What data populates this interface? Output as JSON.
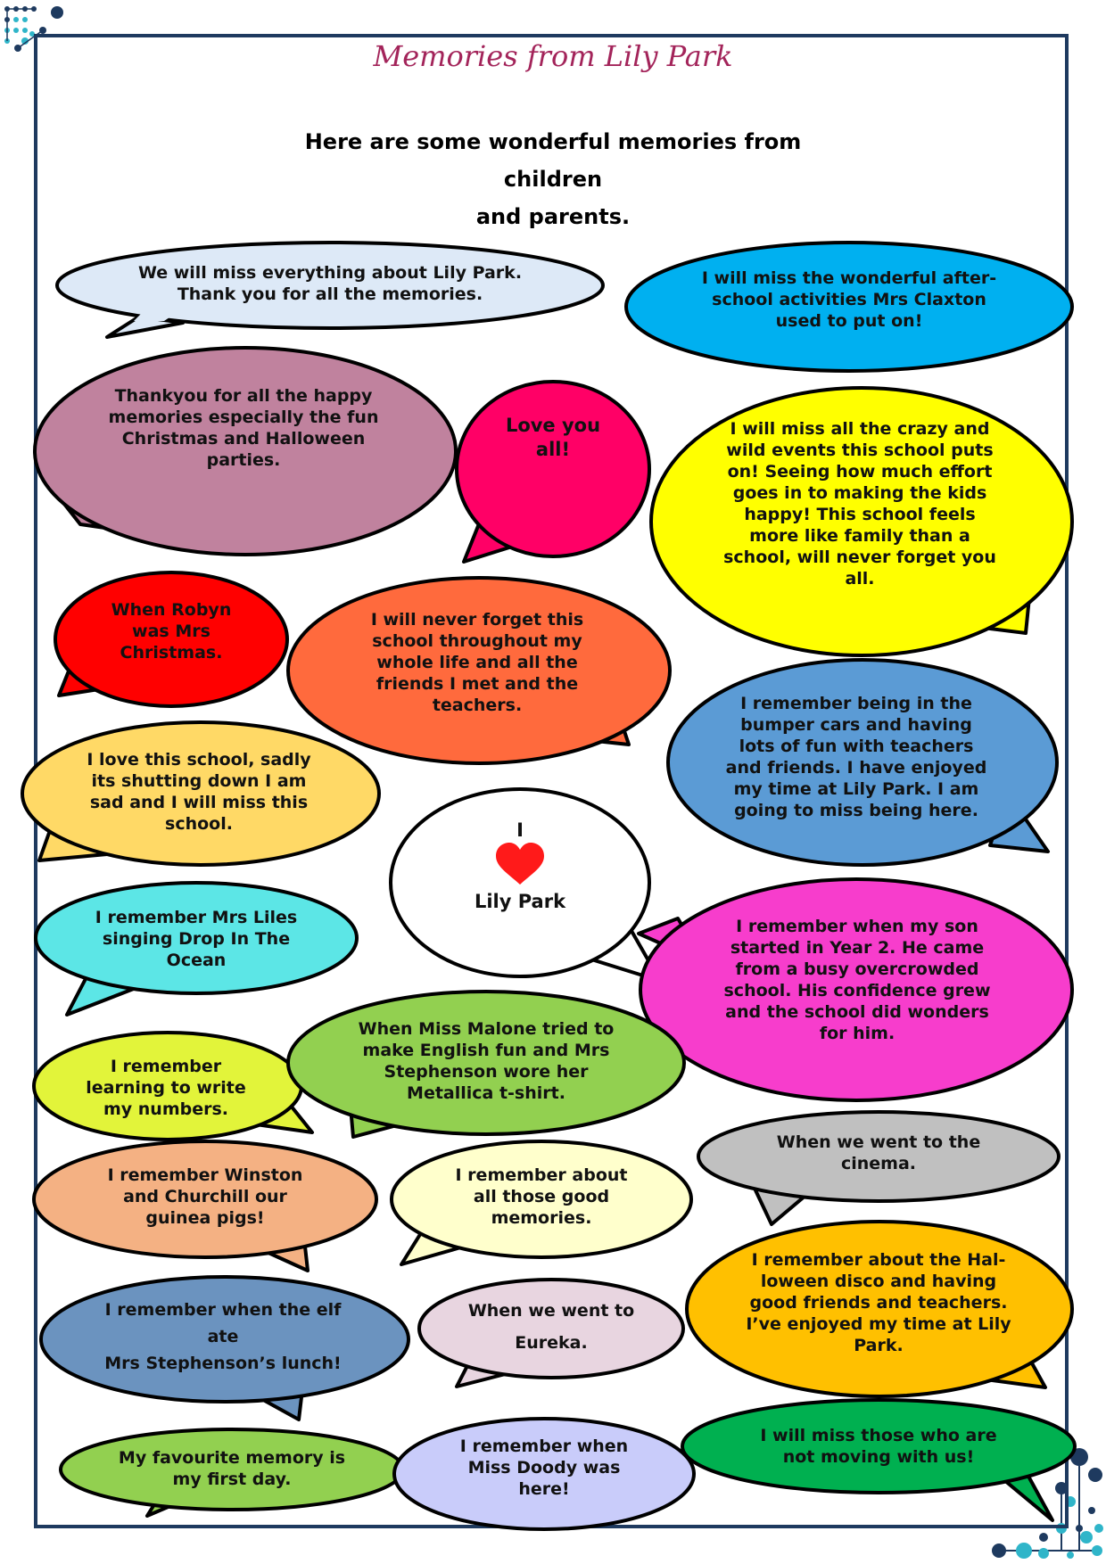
{
  "title": "Memories from Lily Park",
  "intro": [
    "Here are some wonderful memories from children",
    "and parents."
  ],
  "center": {
    "line1": "I",
    "line2": "Lily Park",
    "heart_icon": "heart-icon",
    "heart_color": "#ff1a1a"
  },
  "bubbles": [
    {
      "id": "b01",
      "color": "#dde9f7",
      "text": "We will miss everything about Lily Park. Thank you for all the memories."
    },
    {
      "id": "b02",
      "color": "#00b0f0",
      "text": "I will miss the  wonderful after-school activities Mrs Claxton used to put on!"
    },
    {
      "id": "b03",
      "color": "#c0829e",
      "text": "Thankyou for all the happy memories especially the fun Christmas and  Halloween parties."
    },
    {
      "id": "b04",
      "color": "#ff0066",
      "text": "Love you all!"
    },
    {
      "id": "b05",
      "color": "#ffff00",
      "text": "I will miss all the crazy and wild events this school puts on! Seeing how much effort goes in to making the kids happy! This school feels more like family than a school, will never forget you all."
    },
    {
      "id": "b06",
      "color": "#ff0000",
      "text": "When Robyn was Mrs Christmas."
    },
    {
      "id": "b07",
      "color": "#ff6a3d",
      "text": "I will never forget this school throughout my whole life and all the friends I met and the teachers."
    },
    {
      "id": "b08",
      "color": "#5b9bd5",
      "text": "I remember being in the bumper cars and having lots of fun with teachers and friends. I have enjoyed my time at Lily Park. I am going to miss being here."
    },
    {
      "id": "b09",
      "color": "#ffd966",
      "text": "I love this school, sadly its shutting down I am sad and I will miss this school."
    },
    {
      "id": "b10",
      "color": "#5ce6e6",
      "text": "I remember Mrs Liles singing Drop In The Ocean"
    },
    {
      "id": "b11",
      "color": "#f73dcc",
      "text": "I remember when my son started in Year 2. He came from a busy overcrowded school. His confidence grew and the school did wonders for him."
    },
    {
      "id": "b12",
      "color": "#e2f43a",
      "text": "I remember learning to write my numbers."
    },
    {
      "id": "b13",
      "color": "#92d050",
      "text": "When Miss Malone tried to make English fun and Mrs Stephenson wore her Metallica t-shirt."
    },
    {
      "id": "b14",
      "color": "#c0c0c0",
      "text": "When we went to the cinema."
    },
    {
      "id": "b15",
      "color": "#f4b183",
      "text": "I remember Winston and Churchill our guinea pigs!"
    },
    {
      "id": "b16",
      "color": "#ffffcc",
      "text": "I remember about all those good memories."
    },
    {
      "id": "b17",
      "color": "#ffc000",
      "text": "I remember about the Hal-loween disco and having good friends and teachers. I’ve enjoyed my time at Lily Park."
    },
    {
      "id": "b18",
      "color": "#6b93bf",
      "text": "I remember when the elf ate\nMrs Stephenson’s lunch!"
    },
    {
      "id": "b19",
      "color": "#e8d5e0",
      "text": "When we went to\nEureka."
    },
    {
      "id": "b20",
      "color": "#92d050",
      "text": "My favourite memory is my first day."
    },
    {
      "id": "b21",
      "color": "#c9ccfa",
      "text": "I remember when Miss Doody was here!"
    },
    {
      "id": "b22",
      "color": "#00b050",
      "text": "I will miss those who are not moving with us!"
    }
  ]
}
